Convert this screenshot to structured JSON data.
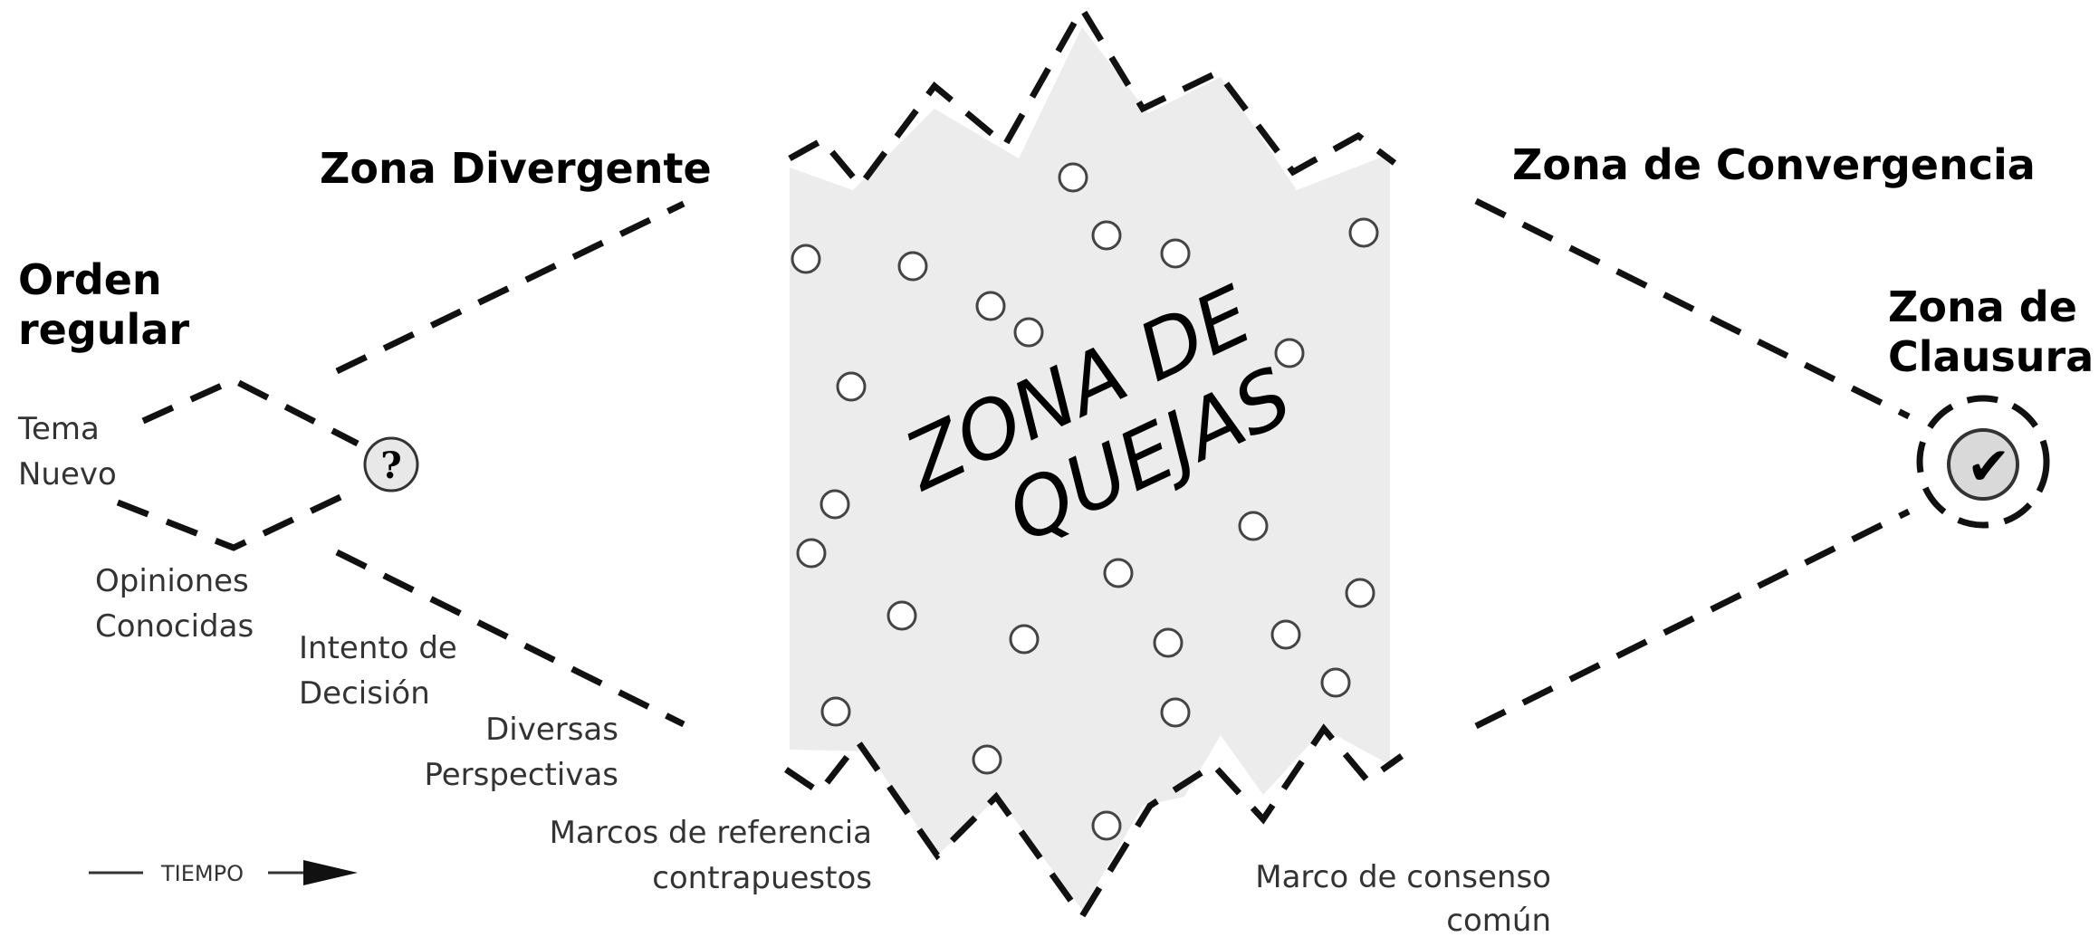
{
  "titles": {
    "orden_regular_1": "Orden",
    "orden_regular_2": "regular",
    "divergente": "Zona Divergente",
    "convergencia": "Zona de Convergencia",
    "clausura_1": "Zona de",
    "clausura_2": "Clausura"
  },
  "center": {
    "line1": "ZONA DE",
    "line2": "QUEJAS"
  },
  "labels": {
    "tema_1": "Tema",
    "tema_2": "Nuevo",
    "opiniones_1": "Opiniones",
    "opiniones_2": "Conocidas",
    "intento_1": "Intento de",
    "intento_2": "Decisión",
    "diversas_1": "Diversas",
    "diversas_2": "Perspectivas",
    "marcos_1": "Marcos de referencia",
    "marcos_2": "contrapuestos",
    "consenso_1": "Marco de consenso",
    "consenso_2": "común",
    "tiempo": "TIEMPO"
  },
  "icons": {
    "question": "question-mark-icon",
    "check": "checkmark-icon",
    "arrow": "arrow-right-icon"
  },
  "glyphs": {
    "question": "?",
    "check": "✔"
  },
  "colors": {
    "zone_fill": "#ececec",
    "dashes": "#111111",
    "text": "#000000"
  }
}
